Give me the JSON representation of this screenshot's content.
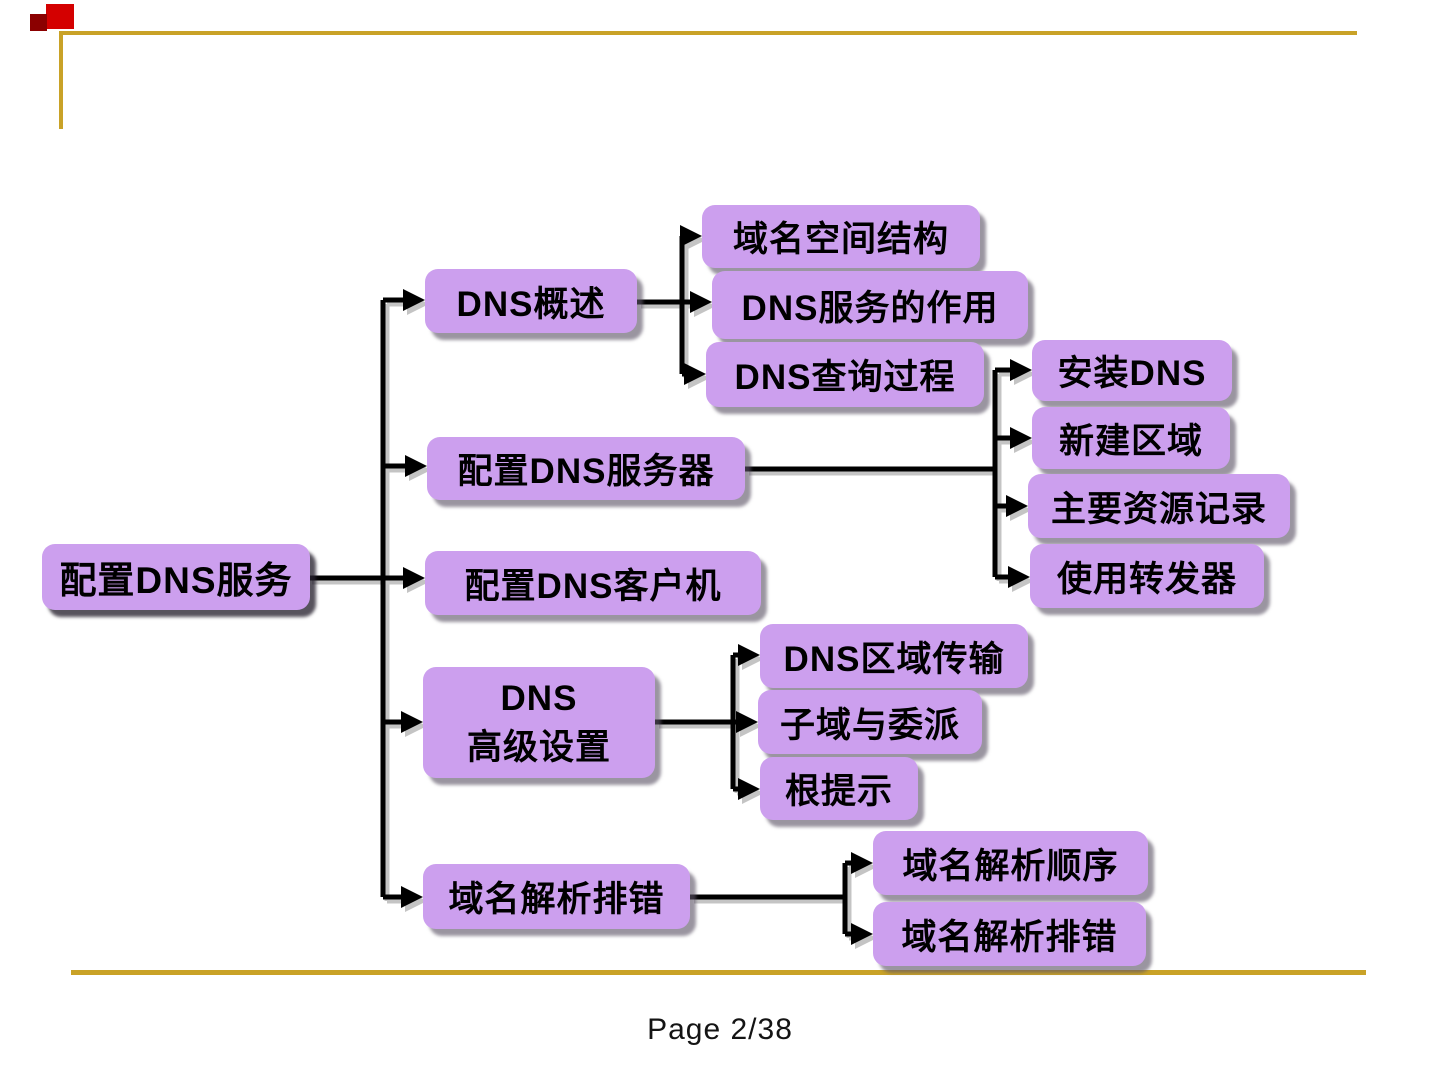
{
  "slide": {
    "footer": "Page 2/38"
  },
  "diagram": {
    "root": {
      "label": "配置DNS服务"
    },
    "branches": [
      {
        "label": "DNS概述",
        "children": [
          "域名空间结构",
          "DNS服务的作用",
          "DNS查询过程"
        ]
      },
      {
        "label": "配置DNS服务器",
        "children": [
          "安装DNS",
          "新建区域",
          "主要资源记录",
          "使用转发器"
        ]
      },
      {
        "label": "配置DNS客户机",
        "children": []
      },
      {
        "label": "DNS\n高级设置",
        "children": [
          "DNS区域传输",
          "子域与委派",
          "根提示"
        ]
      },
      {
        "label": "域名解析排错",
        "children": [
          "域名解析顺序",
          "域名解析排错"
        ]
      }
    ]
  },
  "colors": {
    "node_fill": "#CC9FEE",
    "accent_line": "#C9A227",
    "connector": "#000000",
    "red_square_large": "#D40000",
    "red_square_small": "#8B0000"
  }
}
